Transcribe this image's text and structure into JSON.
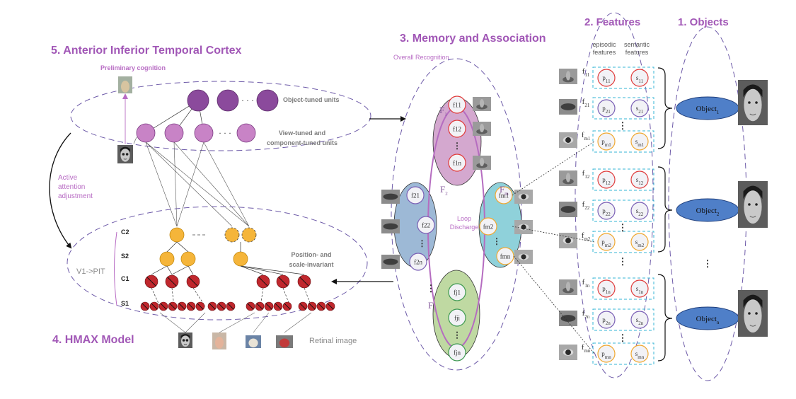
{
  "titles": {
    "atc": "5. Anterior Inferior Temporal Cortex",
    "memory": "3. Memory and Association",
    "features": "2. Features",
    "objects": "1. Objects",
    "hmax": "4. HMAX  Model"
  },
  "labels": {
    "preliminary": "Preliminary cognition",
    "object_tuned": "Object-tuned  units",
    "view_tuned": "View-tuned and component-tuned units",
    "active_attention": "Active attention adjustment",
    "v1_pit": "V1->PIT",
    "position_scale": "Position- and scale-invariant",
    "retinal": "Retinal image",
    "overall": "Overall  Recognition",
    "loop": "Loop Discharge",
    "episodic": "episodic features",
    "semantic": "semantic features"
  },
  "hmax_layers": [
    "C2",
    "S2",
    "C1",
    "S1"
  ],
  "groups": [
    {
      "name": "F1",
      "sub": "1",
      "nodes": [
        "f11",
        "f12",
        "f1n"
      ],
      "color": "#d4a8cf"
    },
    {
      "name": "F2",
      "sub": "2",
      "nodes": [
        "f21",
        "f22",
        "f2n"
      ],
      "color": "#9db9d6"
    },
    {
      "name": "Fm",
      "sub": "m",
      "nodes": [
        "fm1",
        "fm2",
        "fmn"
      ],
      "color": "#8fd1da"
    },
    {
      "name": "Fj",
      "sub": "j",
      "nodes": [
        "fj1",
        "fji",
        "fjn"
      ],
      "color": "#bfd9a2"
    }
  ],
  "feature_rows": [
    {
      "f": "f11",
      "p": "p11",
      "s": "s11"
    },
    {
      "f": "f21",
      "p": "p21",
      "s": "s21"
    },
    {
      "f": "fm1",
      "p": "pm1",
      "s": "sm1"
    },
    {
      "f": "f12",
      "p": "p12",
      "s": "s12"
    },
    {
      "f": "f22",
      "p": "p22",
      "s": "s22"
    },
    {
      "f": "fm2",
      "p": "pm2",
      "s": "sm2"
    },
    {
      "f": "f1n",
      "p": "p1n",
      "s": "s1n"
    },
    {
      "f": "f2n",
      "p": "p2n",
      "s": "s2n"
    },
    {
      "f": "fmn",
      "p": "pmn",
      "s": "smn"
    }
  ],
  "objects": [
    "Object1",
    "Object2",
    "Objectn"
  ],
  "colors": {
    "accent": "#a157b6",
    "dashed": "#6d5aa8",
    "object_fill": "#4f7fc8",
    "unit_purple": "#8b4a9c",
    "unit_light": "#c883c6",
    "orange": "#f5b53a",
    "red_unit": "#c0272d",
    "circle_red": "#e03b3b",
    "circle_purple": "#7a5fb5",
    "circle_orange": "#f0a830",
    "circle_green": "#3f9a52",
    "cyan_dash": "#35b4d6"
  }
}
